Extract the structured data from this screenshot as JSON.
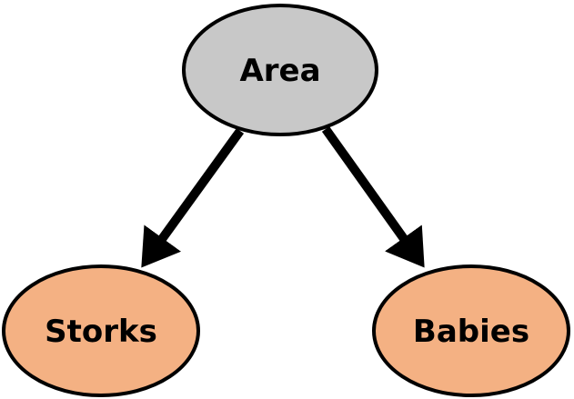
{
  "diagram": {
    "nodes": {
      "area": {
        "label": "Area",
        "fill": "#c8c8c8"
      },
      "storks": {
        "label": "Storks",
        "fill": "#f4b183"
      },
      "babies": {
        "label": "Babies",
        "fill": "#f4b183"
      }
    },
    "edges": [
      {
        "from": "Area",
        "to": "Storks"
      },
      {
        "from": "Area",
        "to": "Babies"
      }
    ],
    "stroke_color": "#000000"
  }
}
